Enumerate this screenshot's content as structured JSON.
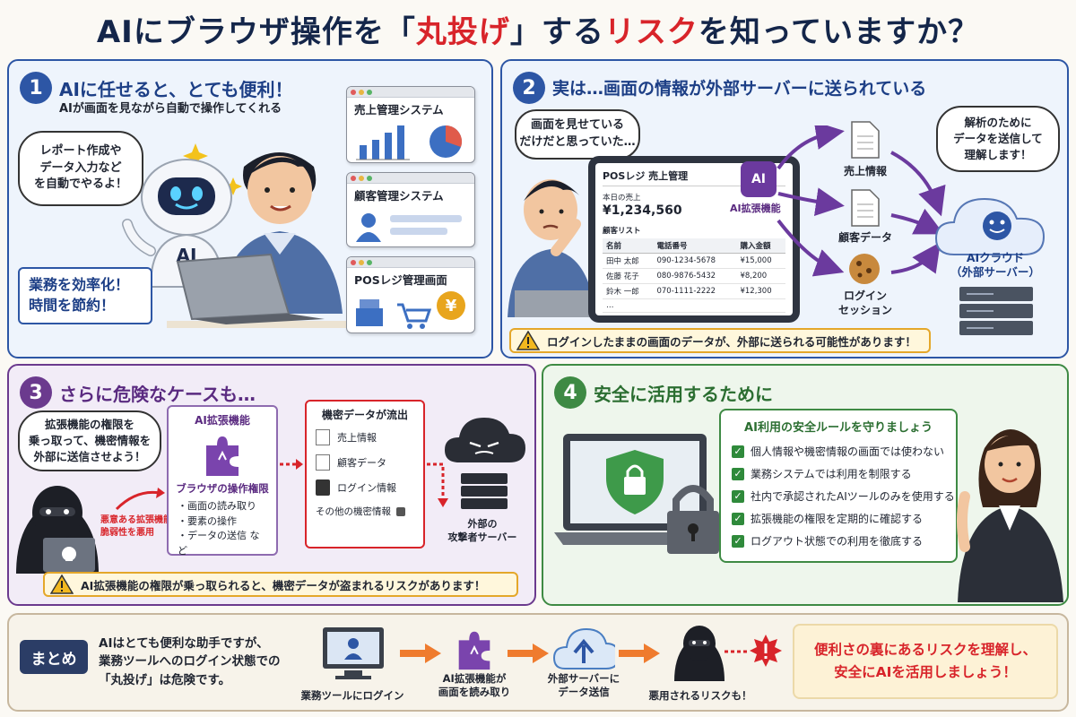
{
  "title": {
    "pre": "AIにブラウザ操作を「",
    "red1": "丸投げ",
    "mid": "」する",
    "red2": "リスク",
    "post": "を知っていますか？"
  },
  "panel1": {
    "num": "1",
    "title": "AIに任せると、とても便利！",
    "subtitle": "AIが画面を見ながら自動で操作してくれる",
    "bubble": [
      "レポート作成や",
      "データ入力など",
      "を自動でやるよ！"
    ],
    "robot_label": "AI",
    "benefit": [
      "業務を効率化！",
      "時間を節約！"
    ],
    "cards": [
      "売上管理システム",
      "顧客管理システム",
      "POSレジ管理画面"
    ],
    "yen": "¥"
  },
  "panel2": {
    "num": "2",
    "title": "実は…画面の情報が外部サーバーに送られている",
    "thought": [
      "画面を見せている",
      "だけだと思っていた…"
    ],
    "pos": {
      "title": "POSレジ 売上管理",
      "sales_label": "本日の売上",
      "sales_value": "¥1,234,560",
      "list_label": "顧客リスト",
      "headers": [
        "名前",
        "電話番号",
        "購入金額"
      ],
      "rows": [
        [
          "田中 太郎",
          "090-1234-5678",
          "¥15,000"
        ],
        [
          "佐藤 花子",
          "080-9876-5432",
          "¥8,200"
        ],
        [
          "鈴木 一郎",
          "070-1111-2222",
          "¥12,300"
        ],
        [
          "…",
          "",
          ""
        ]
      ]
    },
    "ext_badge": "AI",
    "ext_label": "AI拡張機能",
    "items": [
      "売上情報",
      "顧客データ",
      "ログイン",
      "セッション"
    ],
    "cloud_bubble": [
      "解析のために",
      "データを送信して",
      "理解します！"
    ],
    "cloud_label": [
      "AIクラウド",
      "（外部サーバー）"
    ],
    "warning": "ログインしたままの画面のデータが、外部に送られる可能性があります！"
  },
  "panel3": {
    "num": "3",
    "title": "さらに危険なケースも…",
    "bubble": [
      "拡張機能の権限を",
      "乗っ取って、機密情報を",
      "外部に送信させよう！"
    ],
    "hacker_note": [
      "悪意ある拡張機能や",
      "脆弱性を悪用"
    ],
    "ext_title": "AI拡張機能",
    "perm_title": "ブラウザの操作権限",
    "perms": [
      "・画面の読み取り",
      "・要素の操作",
      "・データの送信 など"
    ],
    "leak_title": "機密データが流出",
    "leak_items": [
      "売上情報",
      "顧客データ",
      "ログイン情報",
      "その他の機密情報"
    ],
    "attacker": [
      "外部の",
      "攻撃者サーバー"
    ],
    "warning": "AI拡張機能の権限が乗っ取られると、機密データが盗まれるリスクがあります！"
  },
  "panel4": {
    "num": "4",
    "title": "安全に活用するために",
    "rules_title": "AI利用の安全ルールを守りましょう",
    "rules": [
      "個人情報や機密情報の画面では使わない",
      "業務システムでは利用を制限する",
      "社内で承認されたAIツールのみを使用する",
      "拡張機能の権限を定期的に確認する",
      "ログアウト状態での利用を徹底する"
    ]
  },
  "summary": {
    "badge": "まとめ",
    "text": [
      "AIはとても便利な助手ですが、",
      "業務ツールへのログイン状態での",
      "「丸投げ」は危険です。"
    ],
    "steps": [
      [
        "業務ツールにログイン"
      ],
      [
        "AI拡張機能が",
        "画面を読み取り"
      ],
      [
        "外部サーバーに",
        "データ送信"
      ],
      [
        "悪用されるリスクも！"
      ]
    ],
    "final": [
      "便利さの裏にあるリスクを理解し、",
      "安全にAIを活用しましょう！"
    ]
  },
  "colors": {
    "navy": "#14264a",
    "red": "#d8242a",
    "blue": "#2d56a5",
    "purple": "#6b3a8e",
    "green": "#3e8a44",
    "warning": "#e4a72a"
  }
}
